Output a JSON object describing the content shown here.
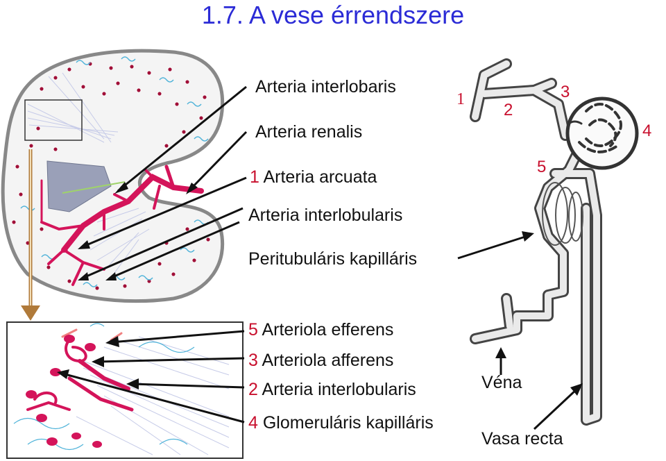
{
  "title": "1.7. A vese érrendszere",
  "labels": {
    "interlobaris": "Arteria interlobaris",
    "renalis": "Arteria renalis",
    "arcuata_num": "1",
    "arcuata": "Arteria arcuata",
    "interlobularis_top": "Arteria interlobularis",
    "peritubularis": "Peritubuláris kapilláris",
    "efferens_num": "5",
    "efferens": "Arteriola efferens",
    "afferens_num": "3",
    "afferens": "Arteriola afferens",
    "interlobularis_num": "2",
    "interlobularis": "Arteria interlobularis",
    "glomerularis_num": "4",
    "glomerularis": "Glomeruláris kapilláris",
    "vena": "Véna",
    "vasa_recta": "Vasa recta"
  },
  "nephron_numbers": {
    "n1": "1",
    "n2": "2",
    "n3": "3",
    "n4": "4",
    "n5": "5"
  },
  "colors": {
    "title": "#2b2bd6",
    "vessel": "#d4145a",
    "number": "#c8102e",
    "capillary": "#4fb3d9",
    "tubule": "#8e99d6"
  }
}
